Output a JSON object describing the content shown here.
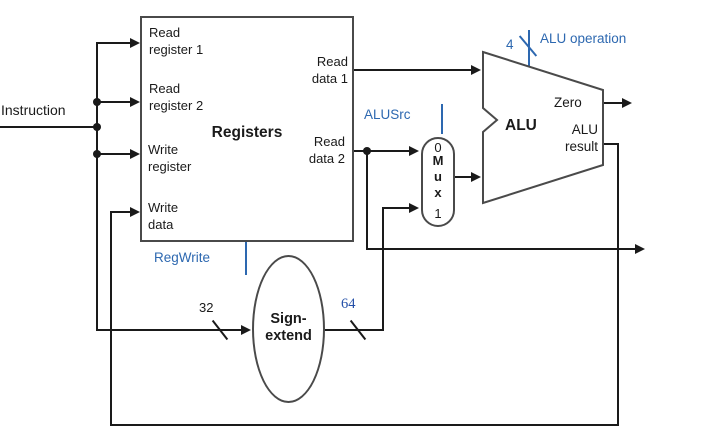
{
  "colors": {
    "background": "#ffffff",
    "wire": "#1a1a1a",
    "component_border": "#4a4a4a",
    "control_signal_blue": "#2d68b0",
    "bus_width_serif_blue": "#2450a8"
  },
  "instruction_input": {
    "label": "Instruction"
  },
  "registers": {
    "title": "Registers",
    "left_ports": [
      "Read\nregister 1",
      "Read\nregister 2",
      "Write\nregister",
      "Write\ndata"
    ],
    "right_ports": [
      "Read\ndata 1",
      "Read\ndata 2"
    ],
    "control": {
      "label": "RegWrite"
    }
  },
  "sign_extend": {
    "label": "Sign-\nextend",
    "input_bus_width": "32",
    "output_bus_width": "64"
  },
  "mux": {
    "input0_label": "0",
    "stacked_label": "M\nu\nx",
    "input1_label": "1",
    "control": {
      "label": "ALUSrc"
    }
  },
  "alu": {
    "label": "ALU",
    "zero_output_label": "Zero",
    "result_output_label": "ALU\nresult",
    "control": {
      "label": "ALU operation",
      "bus_width": "4"
    }
  }
}
